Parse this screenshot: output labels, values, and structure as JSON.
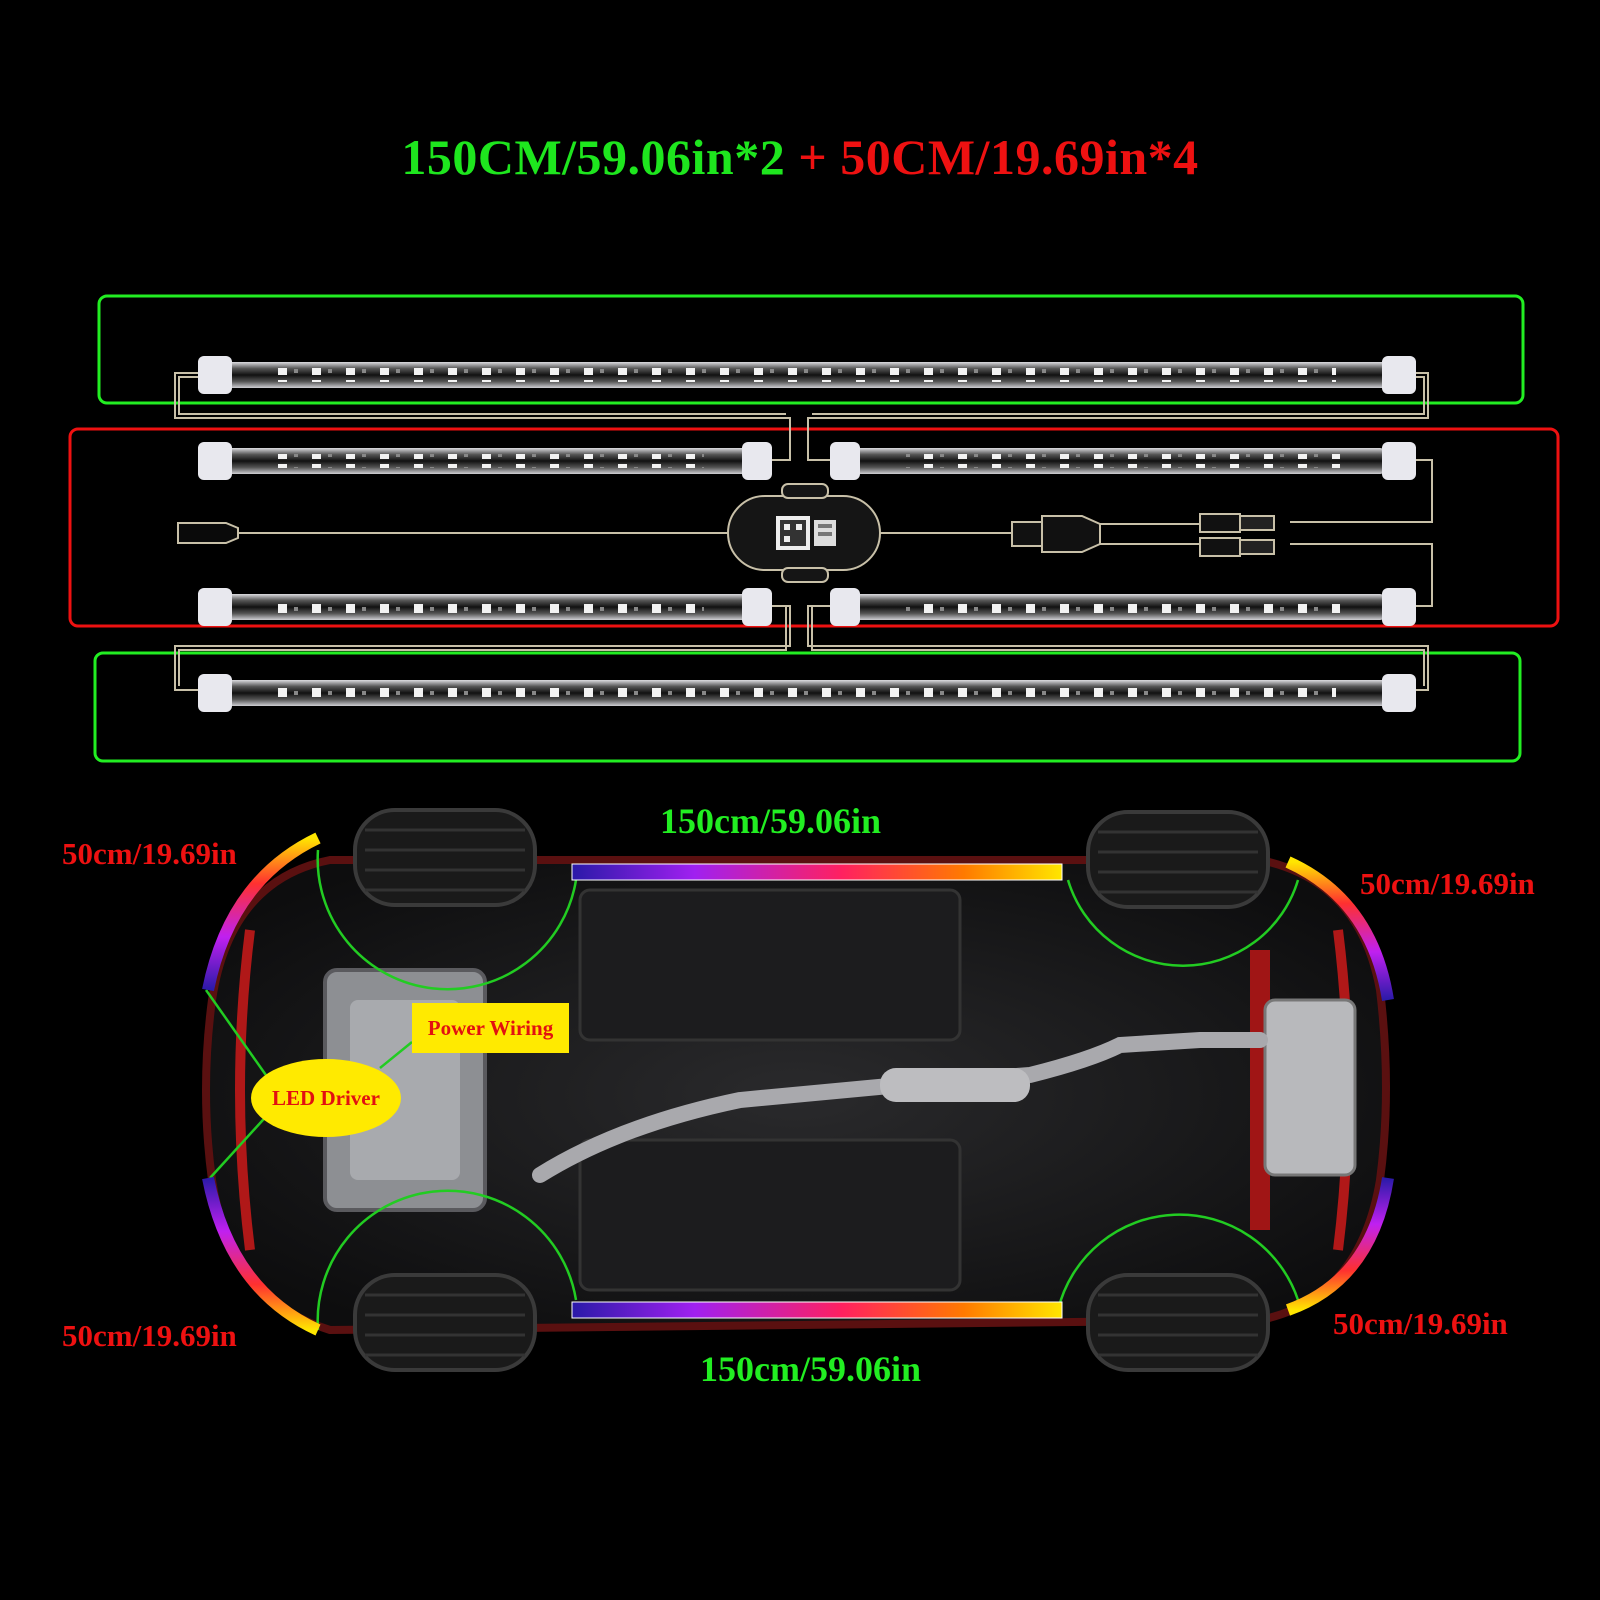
{
  "headline": {
    "part1": "150CM/59.06in*2",
    "plus": "+",
    "part2": "50CM/19.69in*4"
  },
  "labels": {
    "top_left": "50cm/19.69in",
    "top_right": "50cm/19.69in",
    "bottom_left": "50cm/19.69in",
    "bottom_right": "50cm/19.69in",
    "top_center": "150cm/59.06in",
    "bottom_center": "150cm/59.06in"
  },
  "callouts": {
    "power_wiring": "Power Wiring",
    "led_driver": "LED Driver"
  },
  "colors": {
    "green": "#22ee22",
    "red": "#ee1111",
    "yellow": "#ffea00",
    "blue": "#2a1aa8",
    "purple": "#a020f0"
  }
}
